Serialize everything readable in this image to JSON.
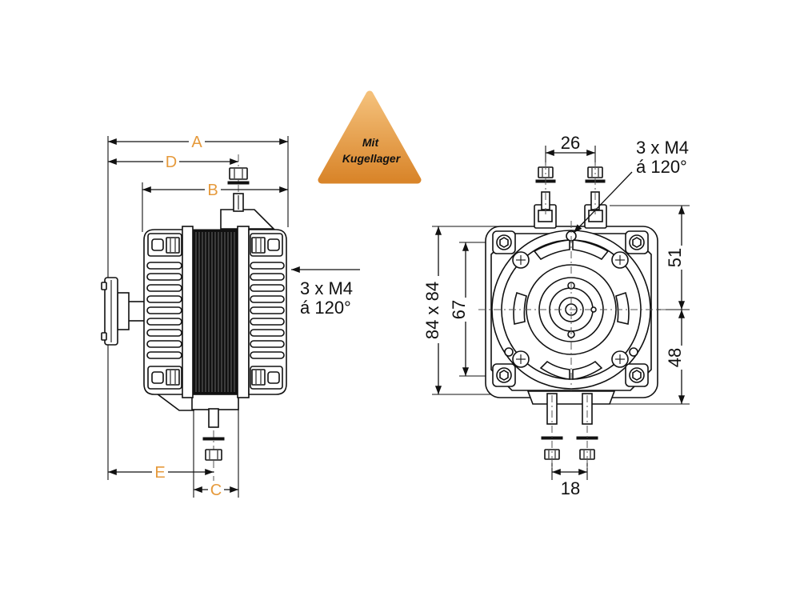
{
  "side_view": {
    "dimensions": {
      "a": "A",
      "d": "D",
      "b": "B",
      "e": "E",
      "c": "C"
    },
    "mounting_note": {
      "line1": "3 x M4",
      "line2": "á 120°"
    }
  },
  "badge": {
    "line1": "Mit",
    "line2": "Kugellager"
  },
  "front_view": {
    "dimensions": {
      "terminal_spacing_top": "26",
      "terminal_spacing_bottom": "18",
      "upper_height": "51",
      "lower_height": "48",
      "housing_size": "84 x 84",
      "hole_spacing": "67"
    },
    "mounting_note": {
      "line1": "3 x M4",
      "line2": "á 120°"
    }
  },
  "colors": {
    "accent": "#e69a3c",
    "line": "#111111",
    "badge_top": "#f4c07a",
    "badge_bottom": "#d9852a"
  }
}
